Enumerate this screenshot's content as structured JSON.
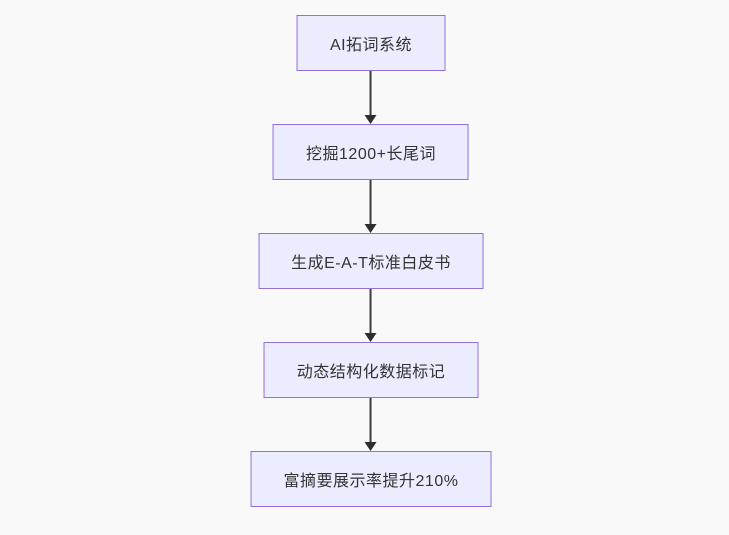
{
  "flowchart": {
    "direction": "top-down",
    "nodes": [
      {
        "id": "node-1",
        "label": "AI拓词系统"
      },
      {
        "id": "node-2",
        "label": "挖掘1200+长尾词"
      },
      {
        "id": "node-3",
        "label": "生成E-A-T标准白皮书"
      },
      {
        "id": "node-4",
        "label": "动态结构化数据标记"
      },
      {
        "id": "node-5",
        "label": "富摘要展示率提升210%"
      }
    ],
    "edges": [
      {
        "from": "node-1",
        "to": "node-2"
      },
      {
        "from": "node-2",
        "to": "node-3"
      },
      {
        "from": "node-3",
        "to": "node-4"
      },
      {
        "from": "node-4",
        "to": "node-5"
      }
    ],
    "colors": {
      "background": "#f9f9f9",
      "node_fill": "#ECECFF",
      "node_border": "#9370DB",
      "edge_line": "#3b3b3b",
      "text": "#333333"
    }
  }
}
